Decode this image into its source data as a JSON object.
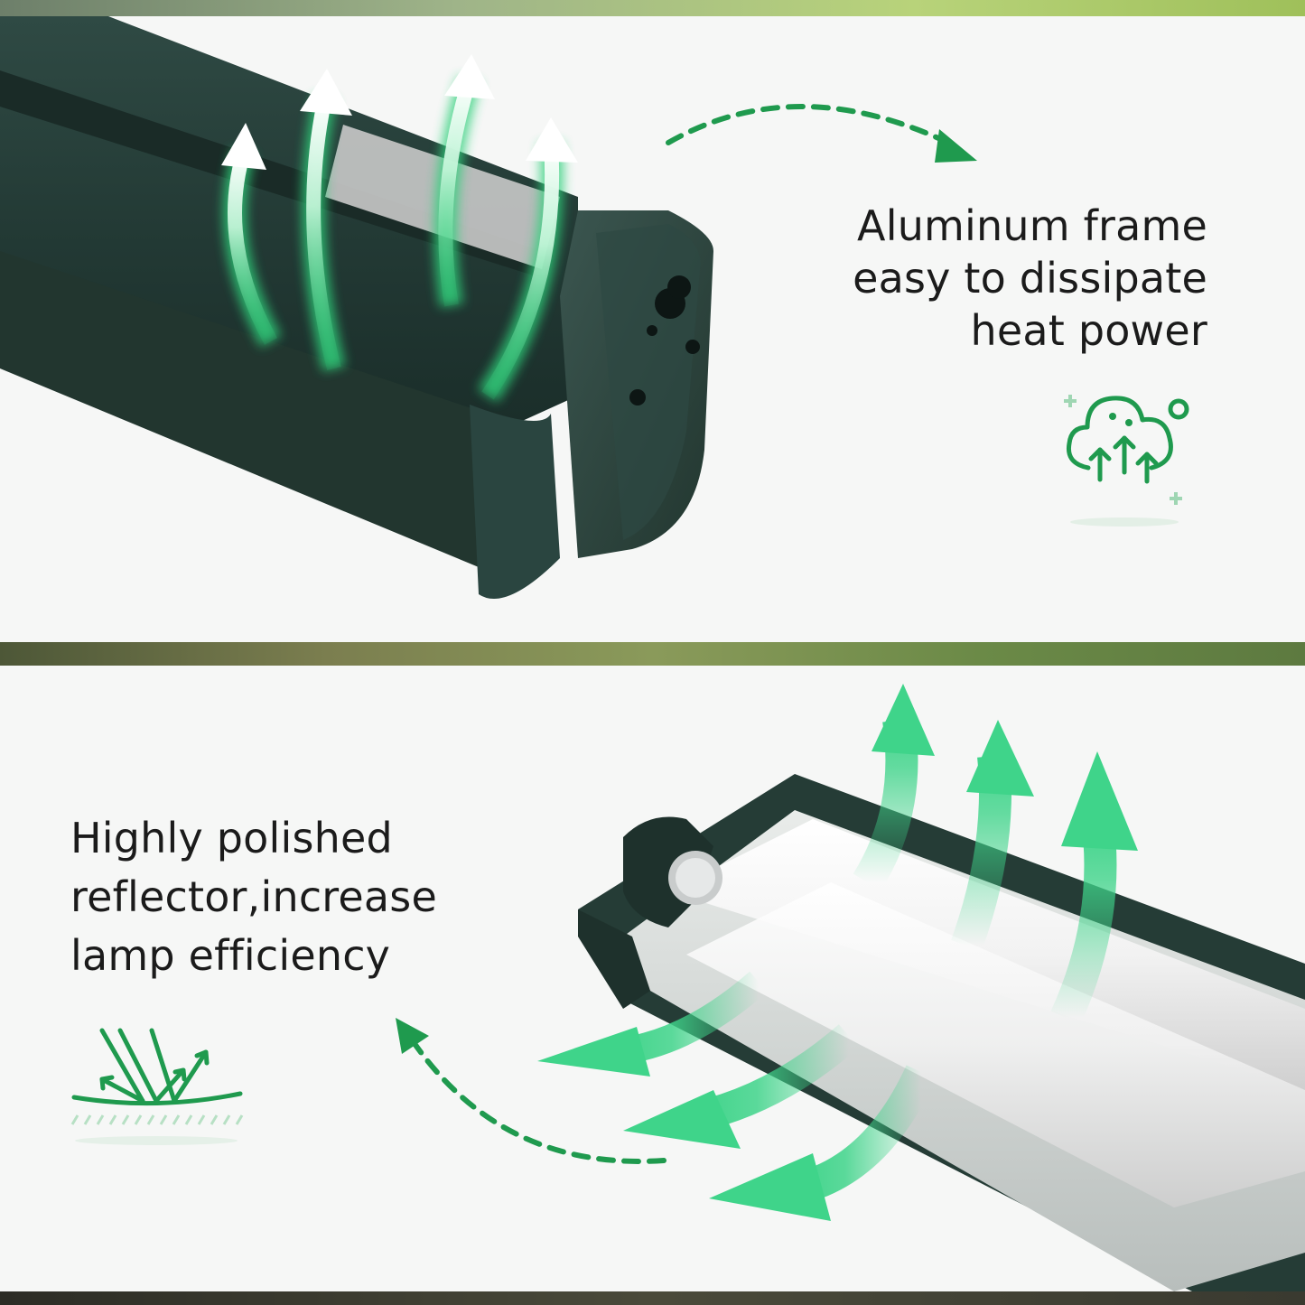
{
  "features": [
    {
      "id": "heat",
      "lines": [
        "Aluminum frame",
        "easy to dissipate",
        "heat power"
      ],
      "icon": "tree-airflow-icon"
    },
    {
      "id": "reflector",
      "lines": [
        "Highly polished",
        "reflector,increase",
        "lamp efficiency"
      ],
      "icon": "light-reflection-icon"
    }
  ],
  "colors": {
    "accent_green": "#1f9a4e",
    "arrow_green": "#3fd48a",
    "fixture_dark": "#29403a",
    "text": "#1b1b1b"
  }
}
